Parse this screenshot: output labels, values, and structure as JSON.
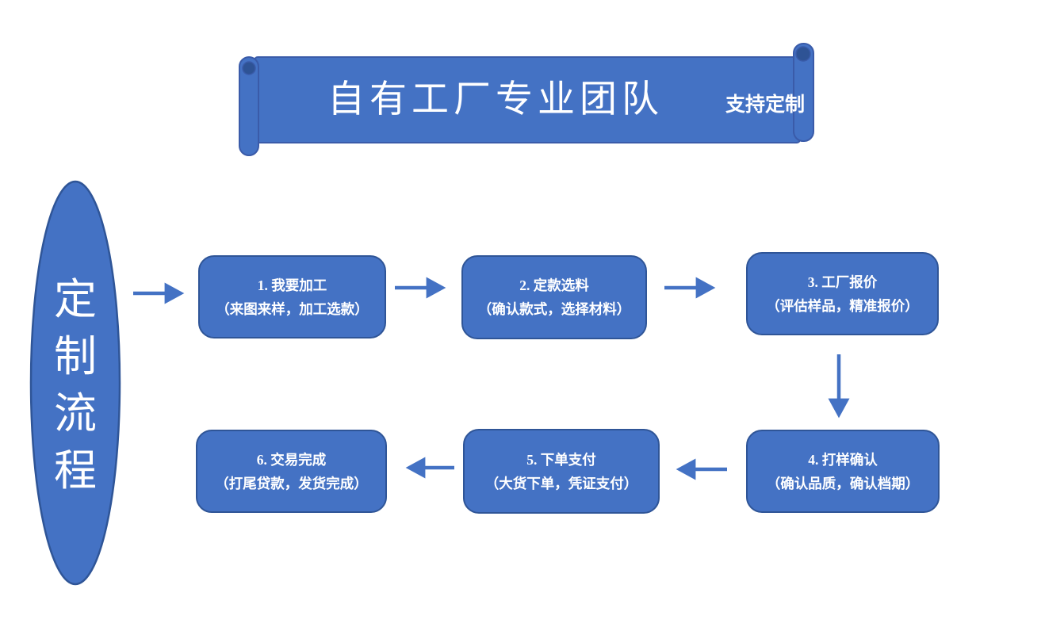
{
  "banner": {
    "title": "自有工厂专业团队",
    "subtitle": "支持定制"
  },
  "side_label": {
    "text": "定制流程",
    "chars": [
      "定",
      "制",
      "流",
      "程"
    ]
  },
  "steps": [
    {
      "title": "1. 我要加工",
      "subtitle": "（来图来样，加工选款）"
    },
    {
      "title": "2. 定款选料",
      "subtitle": "（确认款式，选择材料）"
    },
    {
      "title": "3. 工厂报价",
      "subtitle": "（评估样品，精准报价）"
    },
    {
      "title": "4. 打样确认",
      "subtitle": "（确认品质，确认档期）"
    },
    {
      "title": "5. 下单支付",
      "subtitle": "（大货下单，凭证支付）"
    },
    {
      "title": "6. 交易完成",
      "subtitle": "（打尾贷款，发货完成）"
    }
  ],
  "colors": {
    "shape_fill": "#4472C4",
    "shape_border": "#2F5597",
    "curl_shade": "#2E5395",
    "arrow": "#4472C4",
    "text": "#FFFFFF",
    "background": "#FFFFFF"
  }
}
